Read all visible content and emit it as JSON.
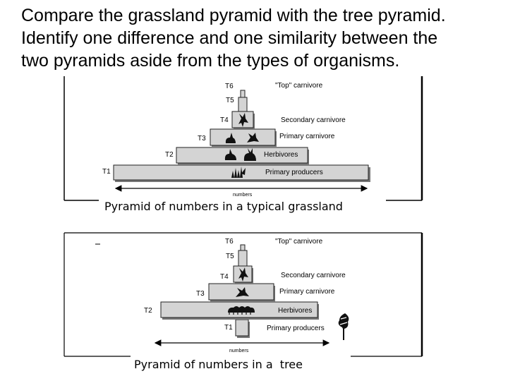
{
  "question": {
    "lines": [
      "Compare the grassland pyramid with the tree pyramid.",
      "Identify one difference and one similarity between the",
      "two pyramids aside from the types of organisms."
    ]
  },
  "grassland_pyramid": {
    "caption": "Pyramid of numbers in a typical grassland",
    "axis_label": "numbers",
    "levels": [
      {
        "tier": "T6",
        "label": "\"Top\" carnivore"
      },
      {
        "tier": "T5",
        "label": ""
      },
      {
        "tier": "T4",
        "label": "Secondary carnivore"
      },
      {
        "tier": "T3",
        "label": "Primary carnivore"
      },
      {
        "tier": "T2",
        "label": "Herbivores"
      },
      {
        "tier": "T1",
        "label": "Primary producers"
      }
    ]
  },
  "tree_pyramid": {
    "caption": "Pyramid of numbers in a  tree",
    "axis_label": "numbers",
    "levels": [
      {
        "tier": "T6",
        "label": "\"Top\" carnivore"
      },
      {
        "tier": "T5",
        "label": ""
      },
      {
        "tier": "T4",
        "label": "Secondary carnivore"
      },
      {
        "tier": "T3",
        "label": "Primary carnivore"
      },
      {
        "tier": "T2",
        "label": "Herbivores"
      },
      {
        "tier": "T1",
        "label": "Primary producers"
      }
    ]
  },
  "colors": {
    "bar_fill": "#d4d4d4",
    "bar_stroke": "#222222",
    "bar_shadow": "#777777",
    "frame": "#000000"
  },
  "icons": [
    "rabbit-icon",
    "bird-icon",
    "grass-icon",
    "caterpillar-icon",
    "tree-icon"
  ]
}
